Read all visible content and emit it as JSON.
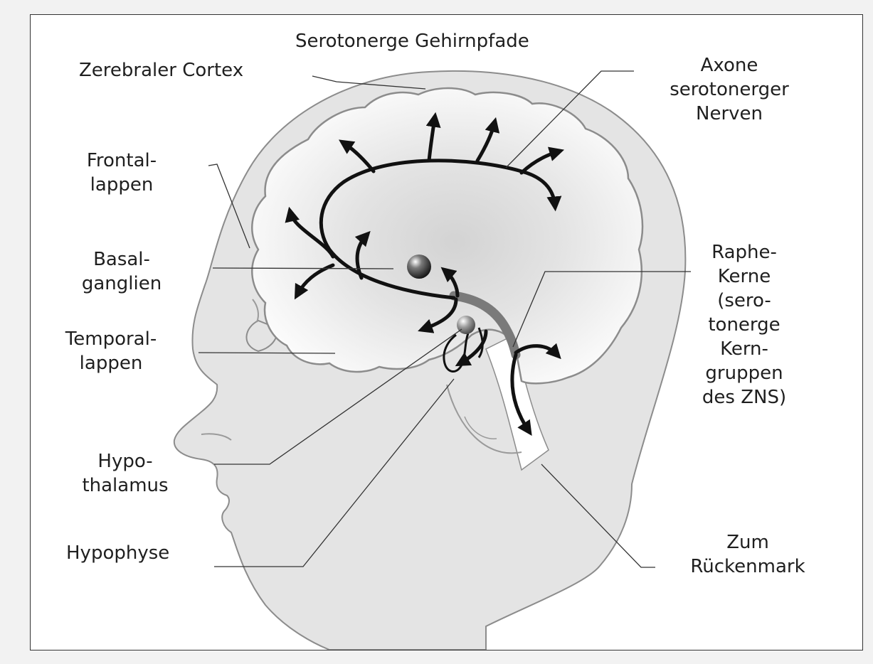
{
  "title": "Serotonerge Gehirnpfade",
  "labels": {
    "cortex": "Zerebraler Cortex",
    "axone": [
      "Axone",
      "serotonerger",
      "Nerven"
    ],
    "frontal": [
      "Frontal-",
      "lappen"
    ],
    "basal": [
      "Basal-",
      "ganglien"
    ],
    "temporal": [
      "Temporal-",
      "lappen"
    ],
    "hypothalamus": [
      "Hypo-",
      "thalamus"
    ],
    "hypophyse": "Hypophyse",
    "raphe": [
      "Raphe-",
      "Kerne",
      "(sero-",
      "tonerge",
      "Kern-",
      "gruppen",
      "des ZNS)"
    ],
    "rueckenmark": [
      "Zum",
      "Rückenmark"
    ]
  },
  "colors": {
    "head_fill": "#e4e4e4",
    "head_outline": "#8c8c8c",
    "brain_fill": "#ffffff",
    "brain_shade": "#d6d6d6",
    "pathway": "#111111",
    "brainstem": "#7a7a7a",
    "leader": "#333333"
  }
}
